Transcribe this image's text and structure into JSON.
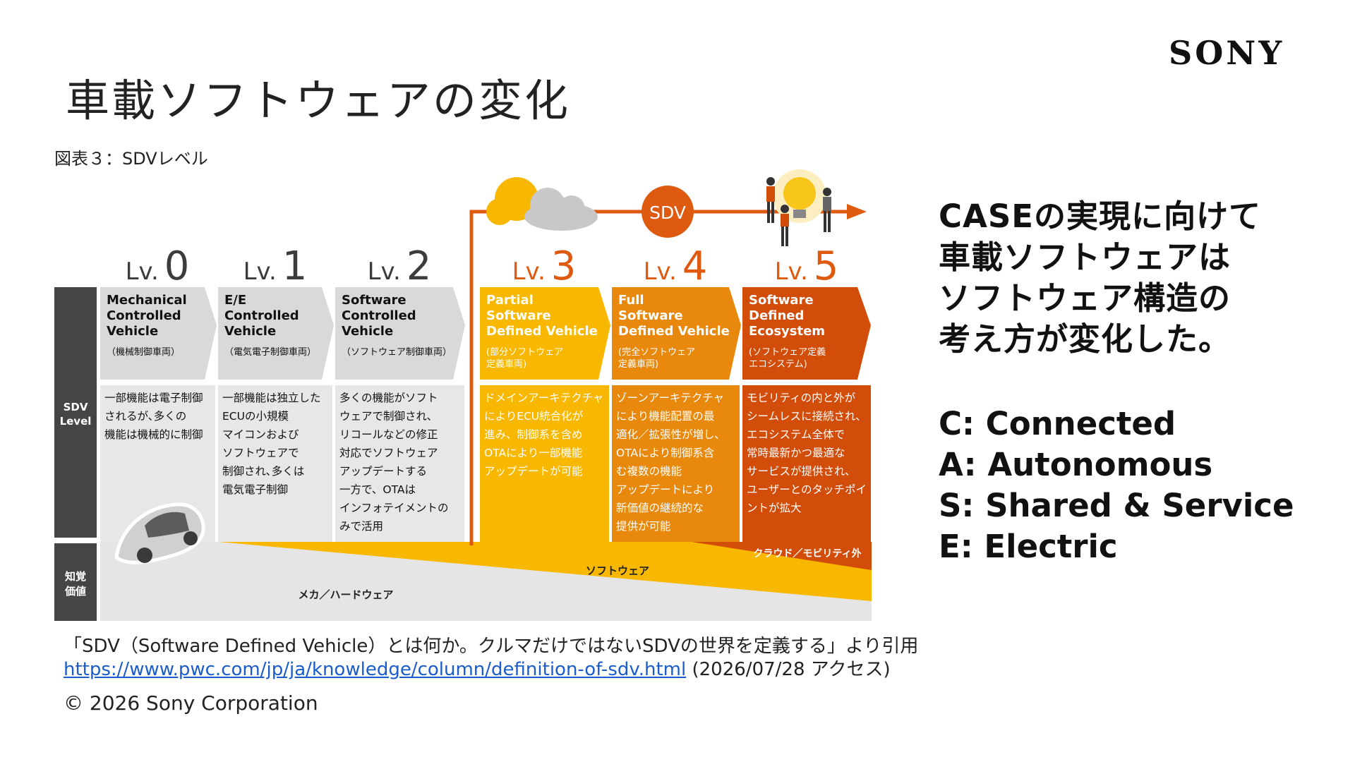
{
  "title": "車載ソフトウェアの変化",
  "brand": "SONY",
  "figure_caption": "図表３：SDVレベル",
  "figure": {
    "sdv_label": "SDV",
    "side_label_sdv": [
      "SDV",
      "Level"
    ],
    "side_label_value": [
      "知覚",
      "価値"
    ],
    "levels": [
      {
        "prefix": "Lv.",
        "num": "0",
        "title_lines": [
          "Mechanical",
          "Controlled",
          "Vehicle"
        ],
        "sub_lines": [
          "（機械制御車両）"
        ],
        "desc_lines": [
          "一部機能は電子制御",
          "されるが､多くの",
          "機能は機械的に制御"
        ]
      },
      {
        "prefix": "Lv.",
        "num": "1",
        "title_lines": [
          "E/E",
          "Controlled",
          "Vehicle"
        ],
        "sub_lines": [
          "（電気電子制御車両）"
        ],
        "desc_lines": [
          "一部機能は独立した",
          "ECUの小規模",
          "マイコンおよび",
          "ソフトウェアで",
          "制御され､多くは",
          "電気電子制御"
        ]
      },
      {
        "prefix": "Lv.",
        "num": "2",
        "title_lines": [
          "Software",
          "Controlled",
          "Vehicle"
        ],
        "sub_lines": [
          "（ソフトウェア制御車両）"
        ],
        "desc_lines": [
          "多くの機能がソフト",
          "ウェアで制御され､",
          "リコールなどの修正",
          "対応でソフトウェア",
          "アップデートする",
          "一方で、OTAは",
          "インフォテイメントの",
          "みで活用"
        ]
      },
      {
        "prefix": "Lv.",
        "num": "3",
        "title_lines": [
          "Partial",
          "Software",
          "Defined Vehicle"
        ],
        "sub_lines": [
          "(部分ソフトウェア",
          "定義車両)"
        ],
        "desc_lines": [
          "ドメインアーキテクチャ",
          "によりECU統合化が",
          "進み、制御系を含め",
          "OTAにより一部機能",
          "アップデートが可能"
        ]
      },
      {
        "prefix": "Lv.",
        "num": "4",
        "title_lines": [
          "Full",
          "Software",
          "Defined Vehicle"
        ],
        "sub_lines": [
          "(完全ソフトウェア",
          "定義車両)"
        ],
        "desc_lines": [
          "ゾーンアーキテクチャ",
          "により機能配置の最",
          "適化／拡張性が増し､",
          "OTAにより制御系含",
          "む複数の機能",
          "アップデートにより",
          "新価値の継続的な",
          "提供が可能"
        ]
      },
      {
        "prefix": "Lv.",
        "num": "5",
        "title_lines": [
          "Software",
          "Defined",
          "Ecosystem"
        ],
        "sub_lines": [
          "(ソフトウェア定義",
          "エコシステム)"
        ],
        "desc_lines": [
          "モビリティの内と外が",
          "シームレスに接続され､",
          "エコシステム全体で",
          "常時最新かつ最適な",
          "サービスが提供され､",
          "ユーザーとのタッチポイ",
          "ントが拡大"
        ]
      }
    ],
    "value_layers": {
      "cloud": "クラウド／モビリティ外",
      "software": "ソフトウェア",
      "hardware": "メカ／ハードウェア"
    }
  },
  "message_lines": [
    "CASEの実現に向けて",
    "車載ソフトウェアは",
    "ソフトウェア構造の",
    "考え方が変化した。"
  ],
  "case_items": [
    "C: Connected",
    "A: Autonomous",
    "S: Shared & Service",
    "E: Electric"
  ],
  "source": {
    "citation": "「SDV（Software Defined Vehicle）とは何か。クルマだけではないSDVの世界を定義する」より引用",
    "url": "https://www.pwc.com/jp/ja/knowledge/column/definition-of-sdv.html",
    "accessed": " (2026/07/28 アクセス)"
  },
  "copyright": "© 2026 Sony Corporation",
  "colors": {
    "dark_bar": "#454545",
    "lv0_2_header": "#d9d9d9",
    "lv0_2_body": "#e7e7e7",
    "lv3": "#f8b700",
    "lv4": "#e8890d",
    "lv5": "#d24c0a",
    "arrow": "#dd5a10",
    "title_lv_dark": "#3c3c3c"
  }
}
